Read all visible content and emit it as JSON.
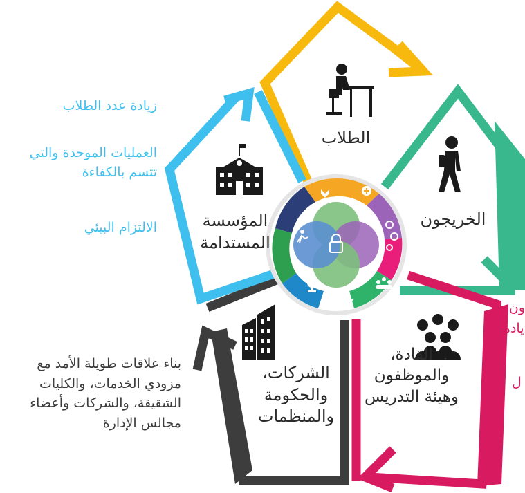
{
  "colors": {
    "students": "#f8b90f",
    "graduates": "#3ab88d",
    "leaders": "#d81b60",
    "companies": "#3d3d3d",
    "institution": "#3fbfee",
    "petal_blue": "#5b8fd0",
    "petal_green": "#7dbf7c",
    "petal_purple": "#9b64b8",
    "petal_teal": "#6cb8a3"
  },
  "nodes": {
    "students": "الطلاب",
    "graduates": "الخريجون",
    "leaders": "القادة،\nوالموظفون\nوهيئة التدريس",
    "companies": "الشركات،\nوالحكومة\nوالمنظمات",
    "institution": "المؤسسة\nالمستدامة"
  },
  "left_notes": {
    "item1": "زيادة عدد الطلاب",
    "item2": "العمليات الموحدة والتي\nتتسم بالكفاءة",
    "item3": "الالتزام البيئي"
  },
  "bottom_note": "بناء علاقات طويلة الأمد مع\nمزودي الخدمات، والكليات\nالشقيقة، والشركات وأعضاء\nمجالس الإدارة",
  "right_fragments": {
    "frag1": "ون",
    "frag2": "يادة",
    "frag3": "ل"
  },
  "icons": {
    "students": "student-at-desk-icon",
    "graduates": "walking-student-backpack-icon",
    "leaders": "group-of-people-icon",
    "companies": "office-building-icon",
    "institution": "school-building-icon",
    "ring": [
      "hand-heart-icon",
      "plus-circle-icon",
      "gears-icon",
      "team-icon",
      "network-icon",
      "trophy-icon",
      "running-person-icon"
    ],
    "center": "lock-icon"
  }
}
